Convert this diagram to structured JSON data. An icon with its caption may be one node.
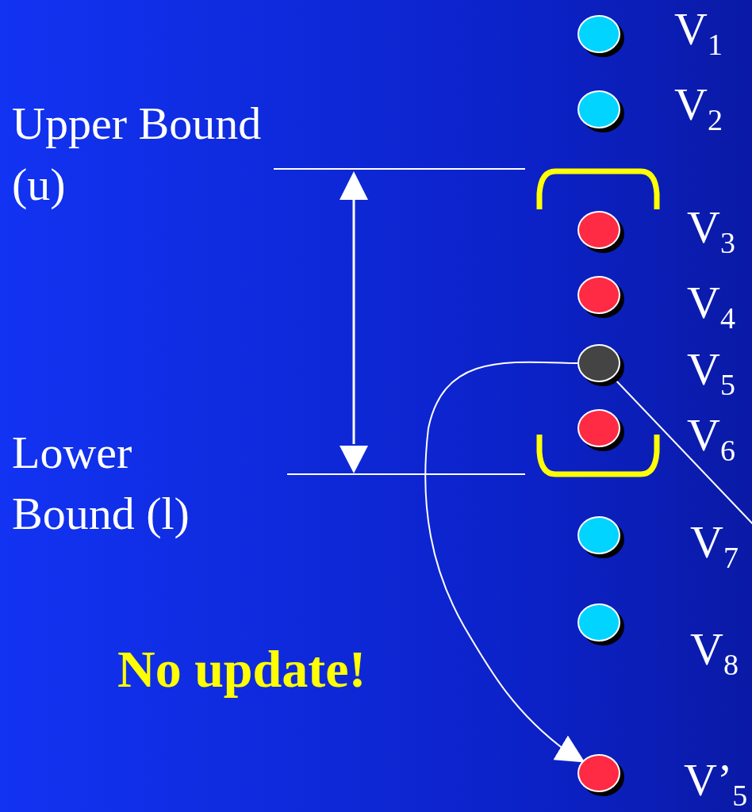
{
  "diagram": {
    "nodes": [
      {
        "text": [],
        "shape": "circle",
        "beside": [
          "V$_{1}$"
        ]
      },
      {
        "text": [],
        "shape": "circle",
        "beside": [
          "V$_{2}$"
        ]
      },
      {
        "text": [],
        "shape": "circle",
        "beside": [
          "V$_{3}$"
        ]
      },
      {
        "text": [],
        "shape": "circle",
        "beside": [
          "V$_{4}$"
        ]
      },
      {
        "text": [],
        "shape": "circle",
        "beside": [
          "V$_{5}$"
        ]
      },
      {
        "text": [],
        "shape": "circle",
        "beside": [
          "V$_{6}$"
        ]
      },
      {
        "text": [],
        "shape": "circle",
        "beside": [
          "V$_{7}$"
        ]
      },
      {
        "text": [],
        "shape": "circle",
        "beside": [
          "V$_{8}$"
        ]
      },
      {
        "text": [],
        "shape": "circle",
        "beside": [
          "V’$_{5}$"
        ]
      }
    ],
    "edges": [
      {
        "from": 4,
        "to": 8,
        "arrow": "to"
      },
      {
        "from": 4,
        "to": null,
        "arrow": "none"
      }
    ],
    "labels": [
      "Upper Bound (u)",
      "Lower Bound (l)",
      "No update!"
    ]
  }
}
